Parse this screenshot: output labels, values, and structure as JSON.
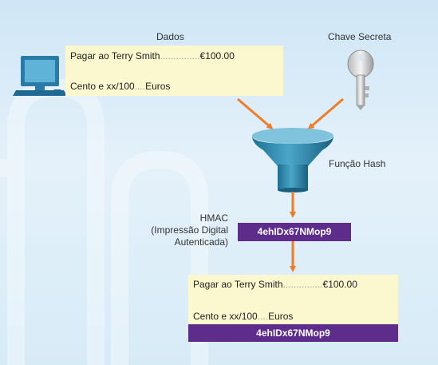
{
  "labels": {
    "data": "Dados",
    "secret_key": "Chave Secreta",
    "hash_function": "Função Hash",
    "hmac_lines": [
      "HMAC",
      "(Impressão Digital",
      "Autenticada)"
    ]
  },
  "input_message": {
    "line1_text": "Pagar ao Terry Smith",
    "line1_dots": "...............",
    "line1_amount": "€100.00",
    "line2_text": "Cento e xx/100",
    "line2_dots": "....",
    "line2_currency": "Euros"
  },
  "hmac_value": "4ehIDx67NMop9",
  "output_message": {
    "line1_text": "Pagar ao Terry Smith",
    "line1_dots": "...............",
    "line1_amount": "€100.00",
    "line2_text": "Cento e xx/100",
    "line2_dots": "....",
    "line2_currency": "Euros",
    "hash": "4ehIDx67NMop9"
  },
  "colors": {
    "note_bg": "#fbf7cf",
    "hash_bg": "#5e2d8c",
    "arrow": "#f07c28",
    "funnel": "#2f84a6",
    "computer": "#2a7aa8"
  },
  "icons": [
    "computer-icon",
    "key-icon",
    "funnel-icon"
  ]
}
